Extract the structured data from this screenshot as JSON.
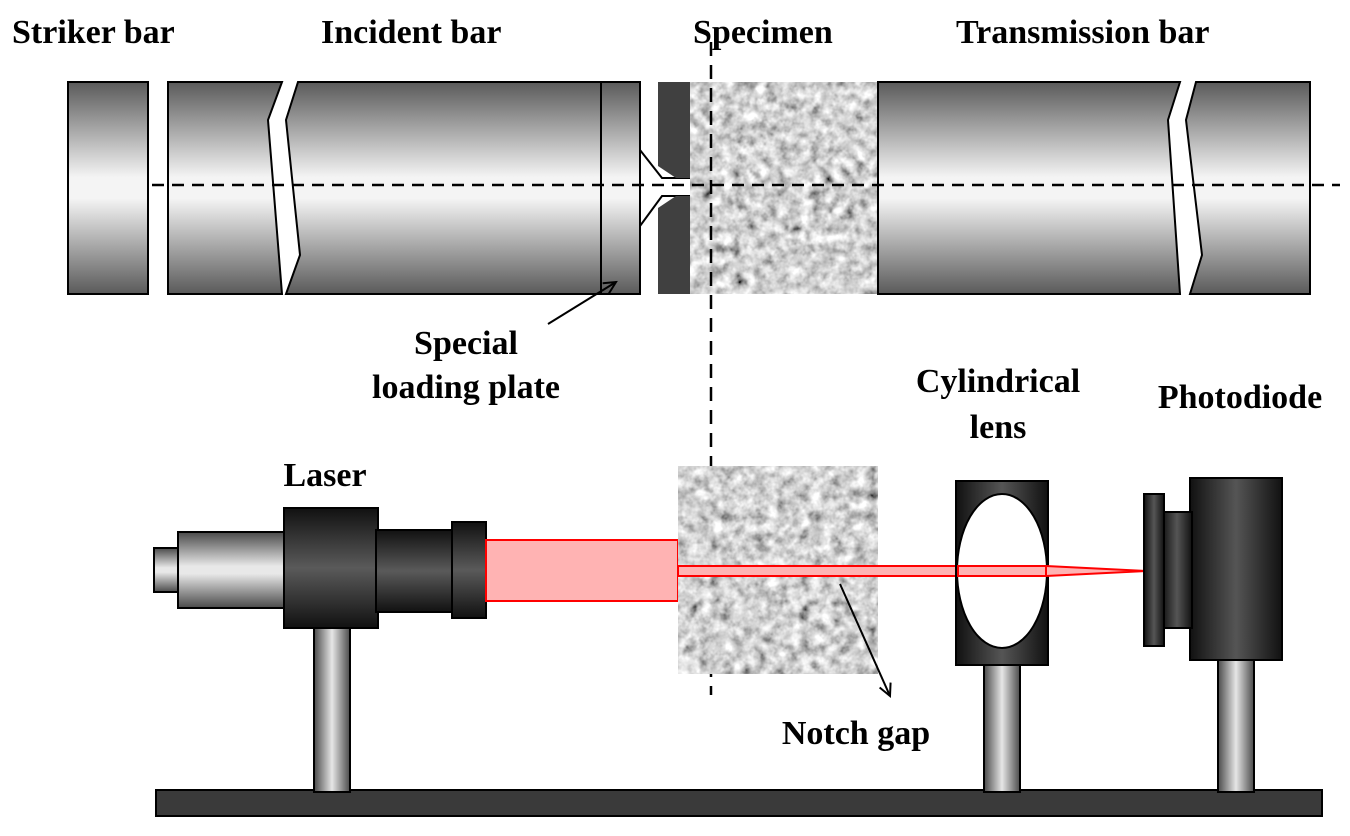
{
  "labels": {
    "striker_bar": "Striker bar",
    "incident_bar": "Incident bar",
    "specimen": "Specimen",
    "transmission_bar": "Transmission bar",
    "loading_plate_line1": "Special",
    "loading_plate_line2": "loading plate",
    "laser": "Laser",
    "cyl_lens_line1": "Cylindrical",
    "cyl_lens_line2": "lens",
    "photodiode": "Photodiode",
    "notch_gap": "Notch gap"
  },
  "colors": {
    "bar_metal_dark": "#555555",
    "bar_metal_light": "#ffffff",
    "loading_plate_face": "#404040",
    "specimen_gray": "#9a9a9a",
    "laser_beam_fill": "#ffb3b3",
    "laser_beam_stroke": "#ff0000",
    "device_black": "#1a1a1a",
    "base_rail": "#3a3a3a"
  }
}
